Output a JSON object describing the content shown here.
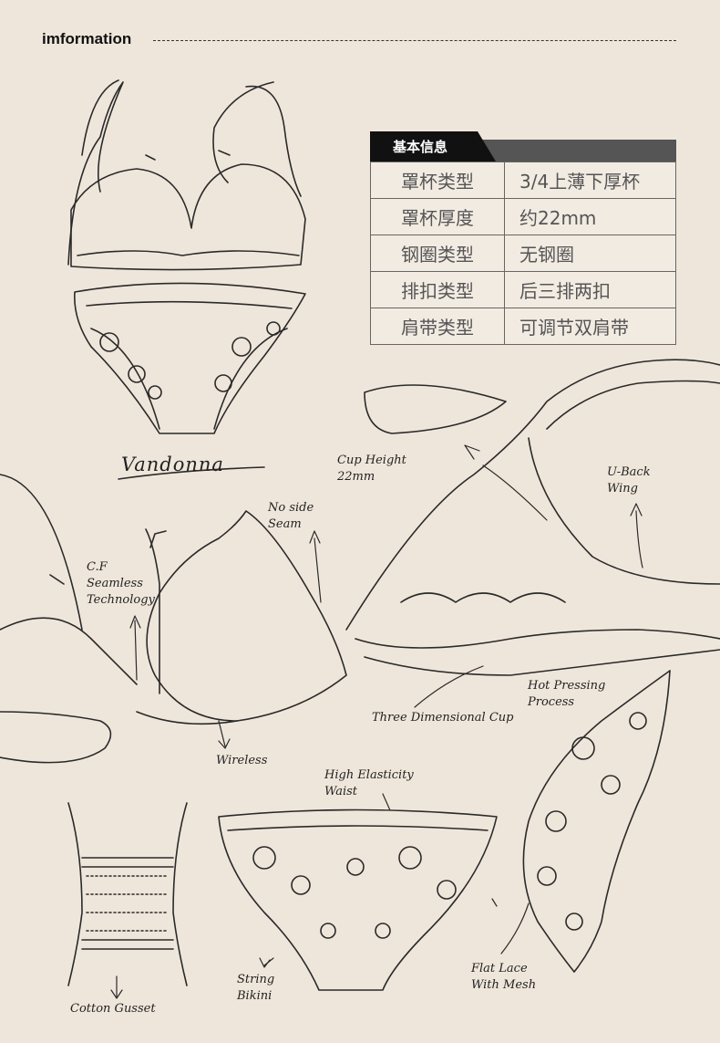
{
  "header": {
    "title": "imformation"
  },
  "spec": {
    "tab": "基本信息",
    "rows": [
      {
        "key": "罩杯类型",
        "value": "3/4上薄下厚杯"
      },
      {
        "key": "罩杯厚度",
        "value": "约22mm"
      },
      {
        "key": "钢圈类型",
        "value": "无钢圈"
      },
      {
        "key": "排扣类型",
        "value": "后三排两扣"
      },
      {
        "key": "肩带类型",
        "value": "可调节双肩带"
      }
    ]
  },
  "brand": "Vandonna",
  "labels": {
    "cup_height": "Cup Height\n22mm",
    "u_back": "U-Back\nWing",
    "no_side_seam": "No side\nSeam",
    "cf_seamless": "C.F\nSeamless\nTechnology",
    "hot_pressing": "Hot Pressing\nProcess",
    "three_dimensional": "Three Dimensional Cup",
    "wireless": "Wireless",
    "high_elasticity": "High Elasticity\nWaist",
    "string_bikini": "String\nBikini",
    "flat_lace": "Flat Lace\nWith Mesh",
    "cotton_gusset": "Cotton Gusset"
  },
  "colors": {
    "background": "#efe6db",
    "ink": "#222222",
    "tab": "#111111",
    "bar": "#555555"
  }
}
